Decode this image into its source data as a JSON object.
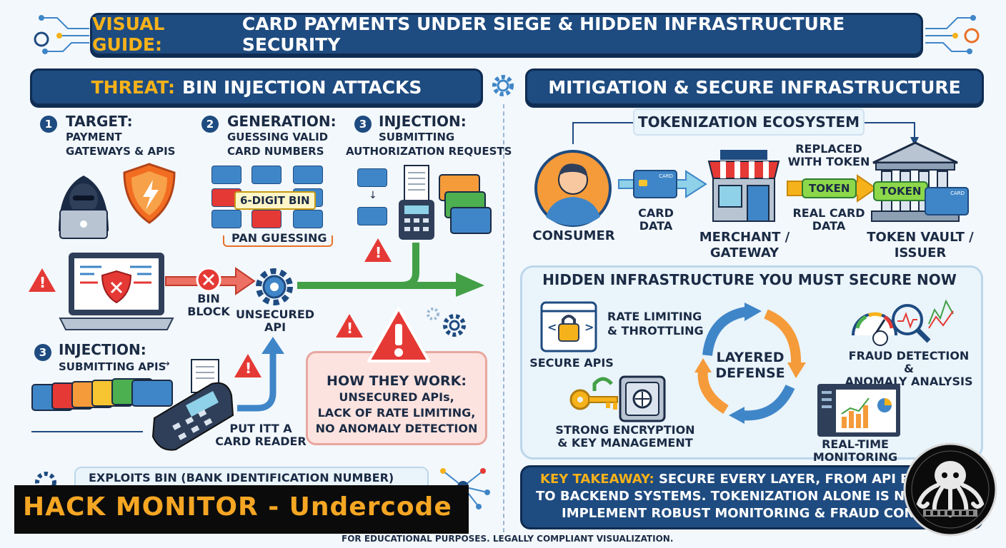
{
  "title": {
    "accent": "VISUAL GUIDE:",
    "rest": "CARD PAYMENTS UNDER SIEGE & HIDDEN INFRASTRUCTURE SECURITY"
  },
  "threat": {
    "header_accent": "THREAT:",
    "header_rest": "BIN INJECTION ATTACKS",
    "step1": {
      "num": "1",
      "title": "TARGET:",
      "line1": "PAYMENT",
      "line2": "GATEWAYS & APIS"
    },
    "step2": {
      "num": "2",
      "title": "GENERATION:",
      "line1": "GUESSING VALID",
      "line2": "CARD NUMBERS",
      "bin_label": "6-DIGIT BIN",
      "pan_label": "PAN GUESSING"
    },
    "step3": {
      "num": "3",
      "title": "INJECTION:",
      "line1": "SUBMITTING",
      "line2": "AUTHORIZATION REQUESTS"
    },
    "bin_block": {
      "line1": "BIN",
      "line2": "BLOCK"
    },
    "unsecured_api": {
      "line1": "UNSECURED",
      "line2": "API"
    },
    "step3b": {
      "num": "3",
      "title": "INJECTION:",
      "line1": "SUBMITTING APIs"
    },
    "put_reader": {
      "line1": "PUT ITT A",
      "line2": "CARD READER"
    },
    "how": {
      "title": "HOW THEY WORK:",
      "l1": "UNSECURED APIs,",
      "l2": "LACK OF RATE LIMITING,",
      "l3": "NO ANOMALY DETECTION"
    },
    "exploits": "EXPLOITS BIN (BANK IDENTIFICATION NUMBER)"
  },
  "mitigation": {
    "header": "MITIGATION & SECURE INFRASTRUCTURE",
    "token_eco": "TOKENIZATION ECOSYSTEM",
    "consumer": "CONSUMER",
    "card_data": {
      "line1": "CARD",
      "line2": "DATA"
    },
    "merchant": {
      "line1": "MERCHANT /",
      "line2": "GATEWAY"
    },
    "replaced": {
      "line1": "REPLACED",
      "line2": "WITH TOKEN"
    },
    "token": "TOKEN",
    "real_card": {
      "line1": "REAL CARD",
      "line2": "DATA"
    },
    "vault": {
      "line1": "TOKEN VAULT /",
      "line2": "ISSUER"
    },
    "card_word": "CARD"
  },
  "hidden": {
    "title": "HIDDEN INFRASTRUCTURE YOU MUST SECURE NOW",
    "rate": {
      "line1": "RATE LIMITING",
      "line2": "& THROTTLING"
    },
    "secure_apis": "SECURE APIS",
    "layered": {
      "line1": "LAYERED",
      "line2": "DEFENSE"
    },
    "fraud": {
      "line1": "FRAUD DETECTION &",
      "line2": "ANOMALY ANALYSIS"
    },
    "encryption": {
      "line1": "STRONG ENCRYPTION",
      "line2": "& KEY MANAGEMENT"
    },
    "monitoring": "REAL-TIME MONITORING"
  },
  "takeaway": {
    "accent": "KEY TAKEAWAY:",
    "l1": "SECURE EVERY LAYER, FROM API END",
    "l2": "TO BACKEND SYSTEMS. TOKENIZATION ALONE IS NOT",
    "l3": "IMPLEMENT ROBUST MONITORING & FRAUD CONTR"
  },
  "footer": "FOR EDUCATIONAL PURPOSES. LEGALLY COMPLIANT VISUALIZATION.",
  "watermark": "HACK MONITOR - Undercode",
  "colors": {
    "navy": "#1e4b80",
    "accent": "#f6b21a",
    "red": "#e53935",
    "green": "#43a047",
    "blue": "#3f86c8"
  }
}
